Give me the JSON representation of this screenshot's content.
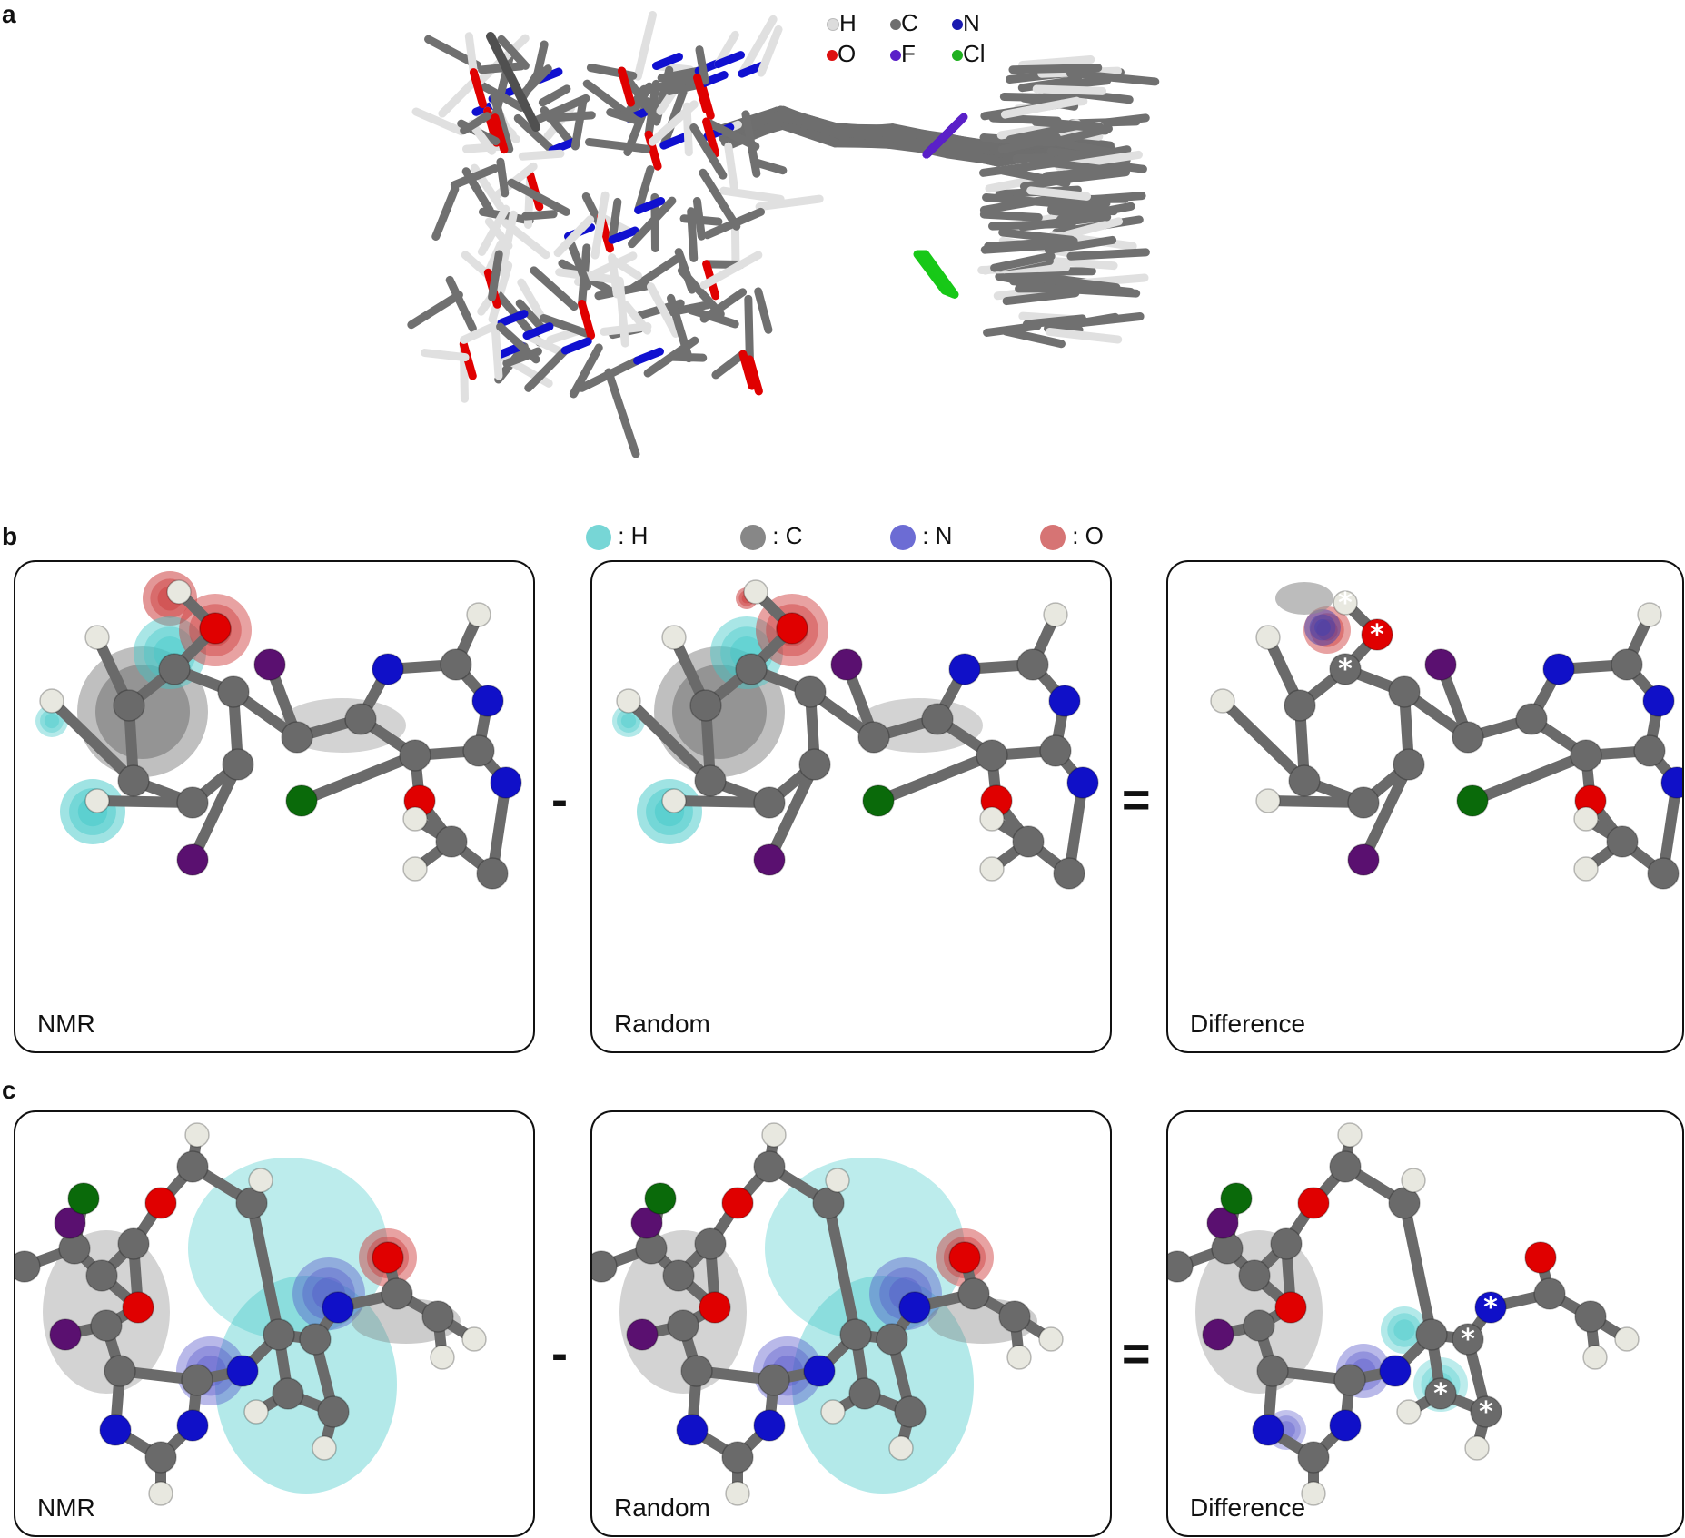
{
  "panel_a": {
    "letter": "a",
    "legend": [
      {
        "symbol": "H",
        "color": "#e6e6e6"
      },
      {
        "symbol": "C",
        "color": "#6e6e6e"
      },
      {
        "symbol": "N",
        "color": "#1a1ab0"
      },
      {
        "symbol": "O",
        "color": "#dd1010"
      },
      {
        "symbol": "F",
        "color": "#5a20c8"
      },
      {
        "symbol": "Cl",
        "color": "#1fb01f"
      }
    ]
  },
  "panel_b": {
    "letter": "b",
    "legend": [
      {
        "label": ": H",
        "color": "#5fcfcf"
      },
      {
        "label": ": C",
        "color": "#7a7a7a"
      },
      {
        "label": ": N",
        "color": "#5c5ccf"
      },
      {
        "label": ": O",
        "color": "#cf5c5c"
      }
    ],
    "boxes": [
      "NMR",
      "Random",
      "Difference"
    ],
    "operators": [
      "-",
      "="
    ]
  },
  "panel_c": {
    "letter": "c",
    "boxes": [
      "NMR",
      "Random",
      "Difference"
    ],
    "operators": [
      "-",
      "="
    ]
  }
}
